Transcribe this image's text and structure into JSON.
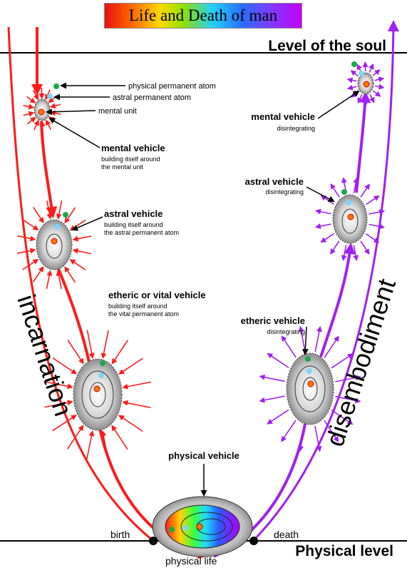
{
  "title": "Life and Death of man",
  "levels": {
    "soul": "Level of the soul",
    "physical": "Physical level"
  },
  "phases": {
    "incarnation": "incarnation",
    "disembodiment": "disembodiment"
  },
  "events": {
    "birth": "birth",
    "death": "death",
    "physical_life": "physical life"
  },
  "atoms": {
    "physical": "physical permanent atom",
    "astral": "astral permanent atom",
    "mental": "mental unit"
  },
  "incarnation_vehicles": {
    "mental": {
      "title": "mental vehicle",
      "line1": "building itself around",
      "line2": "the mental unit"
    },
    "astral": {
      "title": "astral vehicle",
      "line1": "building itself around",
      "line2": "the astral permanent atom"
    },
    "etheric": {
      "title": "etheric or vital vehicle",
      "line1": "building itself around",
      "line2": "the vital permanent atom"
    }
  },
  "physical_vehicle": "physical vehicle",
  "disembodiment_vehicles": {
    "mental": {
      "title": "mental vehicle",
      "line1": "disintegrating"
    },
    "astral": {
      "title": "astral vehicle",
      "line1": "disintegrating"
    },
    "etheric": {
      "title": "etheric vehicle",
      "line1": "disintegrating"
    }
  },
  "colors": {
    "incarnation": "#ff1a1a",
    "disembodiment": "#a020f0",
    "physical_atom": "#1aa84a",
    "astral_atom": "#7fd4ff",
    "mental_unit": "#ff7a00"
  }
}
